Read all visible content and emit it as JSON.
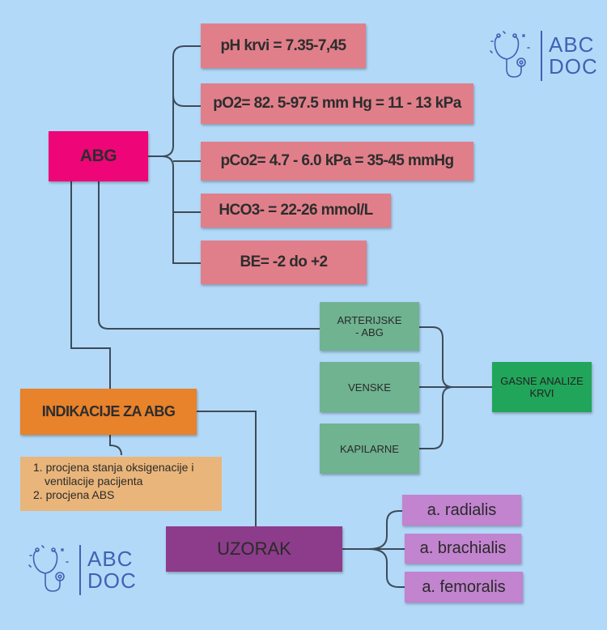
{
  "abg": {
    "label": "ABG"
  },
  "values": [
    {
      "label": "pH krvi = 7.35-7,45"
    },
    {
      "label": "pO2= 82. 5-97.5 mm Hg = 11 - 13 kPa"
    },
    {
      "label": "pCo2= 4.7 - 6.0 kPa = 35-45 mmHg"
    },
    {
      "label": "HCO3- = 22-26 mmol/L"
    },
    {
      "label": "BE= -2 do +2"
    }
  ],
  "gas_types": [
    {
      "label": "ARTERIJSKE - ABG"
    },
    {
      "label": "VENSKE"
    },
    {
      "label": "KAPILARNE"
    }
  ],
  "gasne": {
    "label": "GASNE ANALIZE KRVI"
  },
  "indikacije": {
    "title": "INDIKACIJE ZA ABG",
    "items": [
      "1. procjena stanja oksigenacije i ventilacije pacijenta",
      "2. procjena ABS"
    ]
  },
  "uzorak": {
    "label": "UZORAK",
    "sites": [
      "a. radialis",
      "a. brachialis",
      "a. femoralis"
    ]
  },
  "brand": {
    "line1": "ABC",
    "line2": "DOC"
  },
  "colors": {
    "background": "#b3d9f9",
    "abg": "#ee0577",
    "value_box": "#e07f8a",
    "gas_type_box": "#6fb390",
    "gasne_box": "#21a55a",
    "indikacije_box": "#e8822b",
    "list_box": "#e9b57a",
    "uzorak_box": "#8c3c8a",
    "site_box": "#c283cf",
    "connector": "#3d4b57",
    "brand": "#3e63b3"
  }
}
